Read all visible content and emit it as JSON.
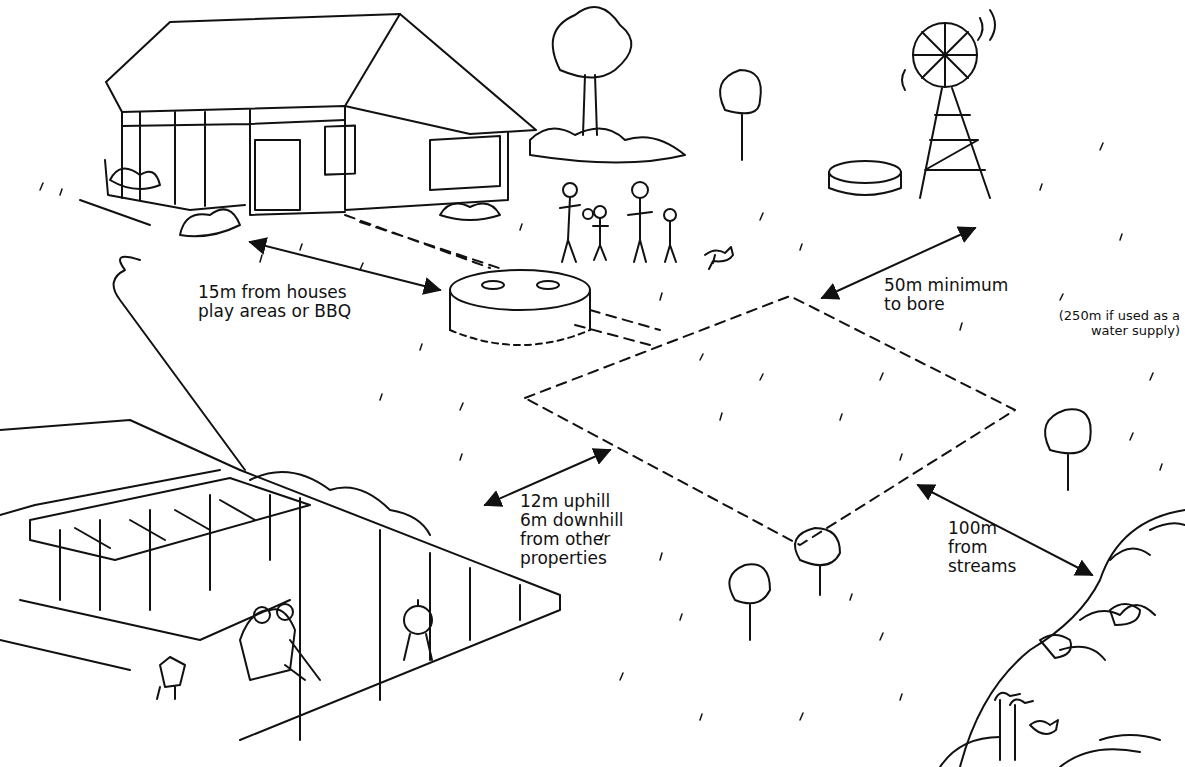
{
  "diagram": {
    "labels": [
      "15m from houses play areas or BBQ",
      "50m minimum to bore",
      "(250m if used as a water supply)",
      "12m uphill 6m downhill from other properties",
      "100m from streams"
    ]
  }
}
